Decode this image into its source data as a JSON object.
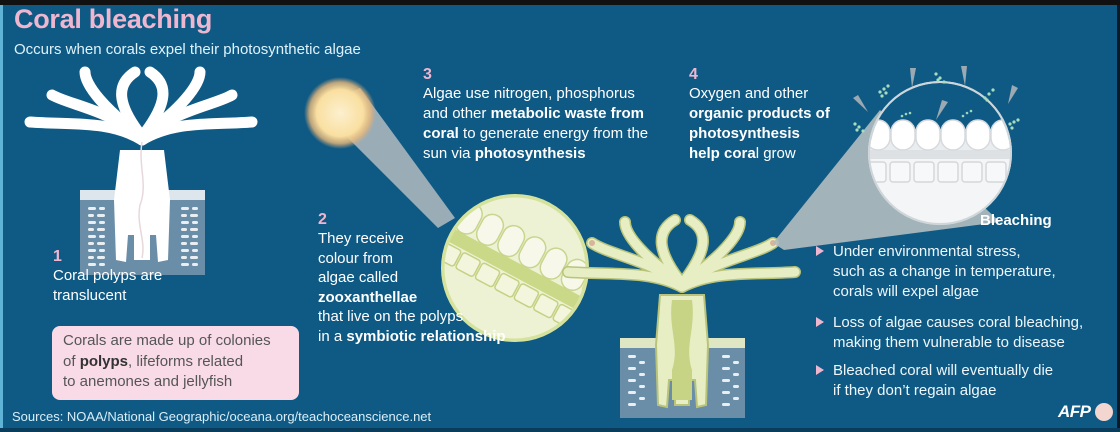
{
  "header": {
    "title": "Coral bleaching",
    "subtitle": "Occurs when corals expel their photosynthetic algae"
  },
  "colors": {
    "background": "#0e5a85",
    "title_pink": "#efb6cf",
    "note_bg": "#f9dbe8",
    "healthy_coral": "#e8eec4",
    "bleached_coral": "#ffffff",
    "sun": "#fbe3a8",
    "beam": "#b3bcc0"
  },
  "steps": [
    {
      "number": "1",
      "lines": [
        {
          "text": "Coral polyps are",
          "bold": false
        },
        {
          "text": "translucent",
          "bold": false
        }
      ]
    },
    {
      "number": "2",
      "segments": [
        "They receive",
        "colour from",
        "algae called",
        "zooxanthellae",
        "that live on the polyps",
        "in a ",
        "symbiotic relationship"
      ]
    },
    {
      "number": "3",
      "segments": [
        "Algae use nitrogen, phosphorus",
        "and other ",
        "metabolic waste from",
        "coral",
        " to generate energy from the",
        "sun via ",
        "photosynthesis"
      ]
    },
    {
      "number": "4",
      "segments": [
        "Oxygen and other",
        "organic products of",
        "photosynthesis",
        "help cora",
        "l grow"
      ]
    }
  ],
  "note": {
    "pre": "Corals are made up of colonies",
    "of": "of ",
    "bold": "polyps",
    "post": ", lifeforms related",
    "line3": "to anemones and jellyfish"
  },
  "bleaching": {
    "title": "Bleaching",
    "bullets": [
      {
        "lines": [
          "Under environmental stress,",
          "such as a change in temperature,",
          "corals will expel algae"
        ]
      },
      {
        "lines": [
          "Loss of algae causes coral bleaching,",
          "making them vulnerable  to disease"
        ]
      },
      {
        "lines": [
          "Bleached coral will eventually die",
          "if they don’t regain algae"
        ]
      }
    ]
  },
  "footer": {
    "sources": "Sources: NOAA/National Geographic/oceana.org/teachoceanscience.net",
    "logo": "AFP"
  },
  "icons": [
    "sun-icon",
    "magnifier-zoom-icon",
    "coral-polyp-icon",
    "algae-particle-icon",
    "triangle-bullet-icon",
    "afp-logo-icon"
  ]
}
